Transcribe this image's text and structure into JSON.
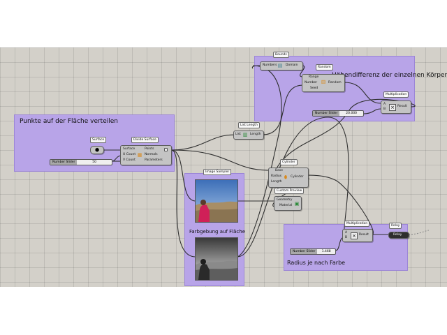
{
  "colors": {
    "canvas": "#d3d0c9",
    "group": "#b8a4e8",
    "group_border": "#9b85d6",
    "wire": "#2f2f2f",
    "component": "#c4c4c4"
  },
  "groups": {
    "points": {
      "label": "Punkte auf der Fläche verteilen"
    },
    "height": {
      "label": "Höhendifferenz der einzelnen Körper"
    },
    "color": {
      "label": "Farbgebung auf Fläche"
    },
    "radius": {
      "label": "Radius je nach Farbe"
    }
  },
  "components": {
    "surface": {
      "title": "Surface",
      "icon": "surface-icon"
    },
    "divide_surface": {
      "title": "Divide Surface",
      "inputs": [
        "Surface",
        "U Count",
        "V Count"
      ],
      "outputs": [
        "Points",
        "Normals",
        "Parameters"
      ],
      "icon": "divide-surface-icon"
    },
    "list_length": {
      "title": "List Length",
      "input": "List",
      "output": "Length",
      "icon": "list-length-icon"
    },
    "bounds": {
      "title": "Bounds",
      "input": "Numbers",
      "output": "Domain",
      "icon": "bounds-icon"
    },
    "random": {
      "title": "Random",
      "inputs": [
        "Range",
        "Number",
        "Seed"
      ],
      "output": "Random",
      "icon": "dice-icon"
    },
    "multiplication_top": {
      "title": "Multiplication",
      "inputs": [
        "A",
        "B"
      ],
      "output": "Result",
      "icon": "multiply-icon"
    },
    "cylinder": {
      "title": "Cylinder",
      "inputs": [
        "Base",
        "Radius",
        "Length"
      ],
      "output": "Cylinder",
      "icon": "cylinder-icon"
    },
    "custom_preview": {
      "title": "Custom Preview",
      "inputs": [
        "Geometry",
        "Material"
      ],
      "icon": "preview-icon"
    },
    "image_sampler": {
      "title": "Image Sampler"
    },
    "multiplication_bottom": {
      "title": "Multiplication",
      "inputs": [
        "A",
        "B"
      ],
      "output": "Result",
      "icon": "multiply-icon"
    },
    "relay": {
      "title": "Relay",
      "label": "Relay"
    }
  },
  "sliders": {
    "uv": {
      "name": "Number Slider",
      "value": "50"
    },
    "height": {
      "name": "Number Slider",
      "value": "20.000"
    },
    "radius": {
      "name": "Number Slider",
      "value": "1.468"
    }
  }
}
